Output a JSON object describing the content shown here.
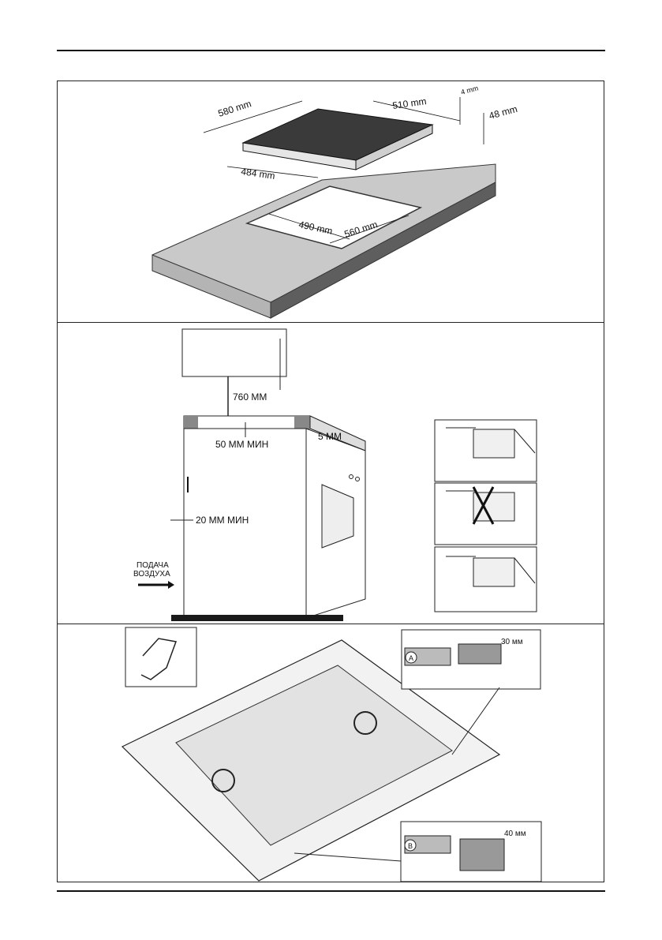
{
  "panel1": {
    "dims": {
      "width_580": "580 mm",
      "depth_510": "510 mm",
      "thick_4": "4 mm",
      "height_48": "48 mm",
      "base_484": "484 mm",
      "cut_490": "490 mm",
      "cut_560": "560 mm"
    }
  },
  "panel2": {
    "hood_clearance": "760 MM",
    "gap_top": "5 MM",
    "min_gap_50": "50 MM МИН",
    "min_gap_20": "20 MM МИН",
    "air_supply_line1": "ПОДАЧА",
    "air_supply_line2": "ВОЗДУХА"
  },
  "panel3": {
    "detail_a_label": "A",
    "detail_a_dim": "30 мм",
    "detail_b_label": "B",
    "detail_b_dim": "40 мм"
  },
  "colors": {
    "frame": "#222222",
    "countertop": "#c8c8c8",
    "hob_glass": "#2a2a2a",
    "floor": "#1a1a1a"
  }
}
